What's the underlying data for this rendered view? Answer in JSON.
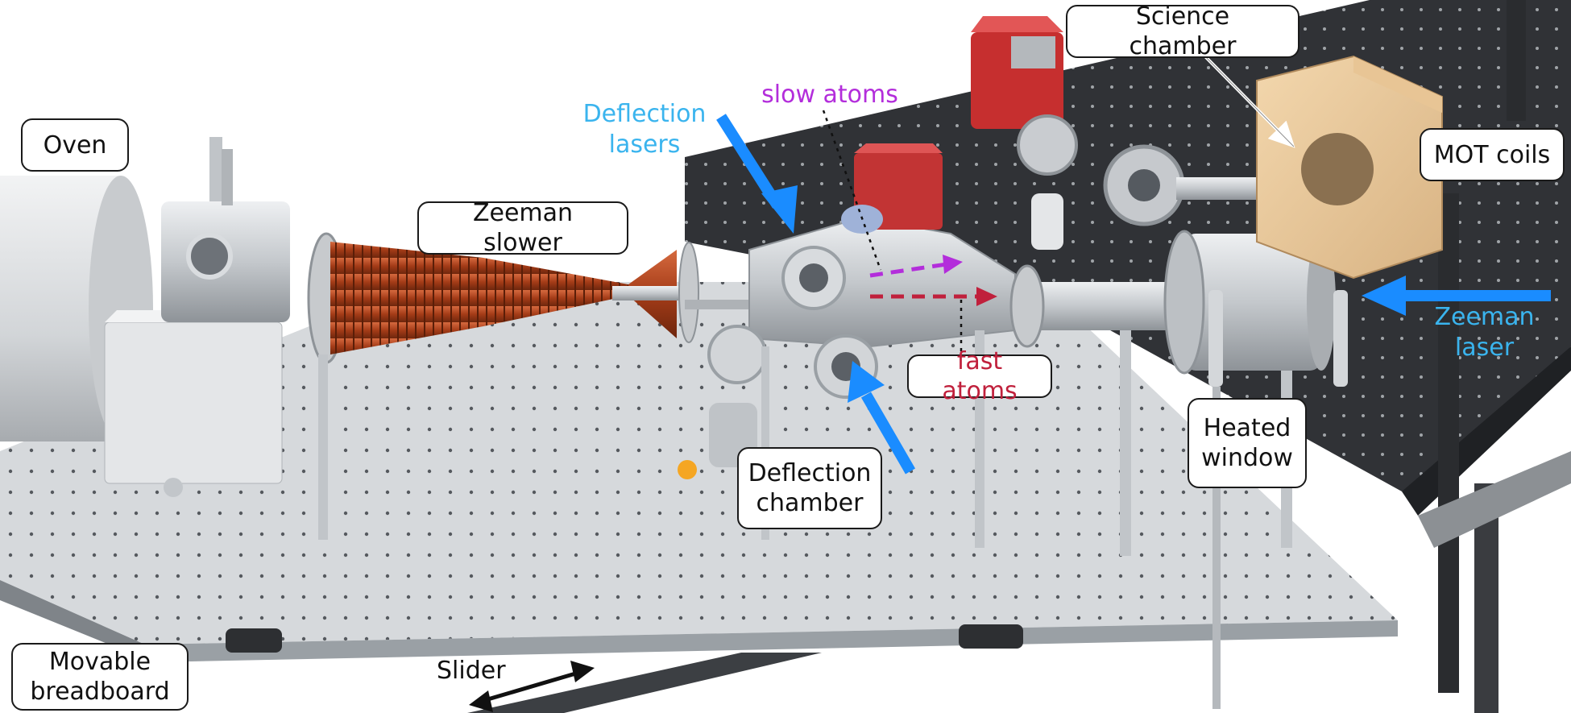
{
  "labels": {
    "oven": "Oven",
    "zeeman_slower": "Zeeman slower",
    "science_chamber": "Science chamber",
    "mot_coils": "MOT coils",
    "deflection_chamber": "Deflection\nchamber",
    "heated_window": "Heated\nwindow",
    "movable_breadboard": "Movable\nbreadboard",
    "fast_atoms": "fast atoms",
    "slider": "Slider"
  },
  "annotations": {
    "deflection_lasers": "Deflection\nlasers",
    "slow_atoms": "slow atoms",
    "zeeman_laser": "Zeeman\nlaser"
  },
  "colors": {
    "laser_blue": "#1a8cff",
    "laser_text": "#3ab4ee",
    "slow_atoms": "#b32ddb",
    "fast_atoms": "#c0203c",
    "copper": "#b5461f",
    "steel": "#c9cdd2",
    "breadboard": "#d7dadd",
    "dark_table": "#2e3033"
  }
}
